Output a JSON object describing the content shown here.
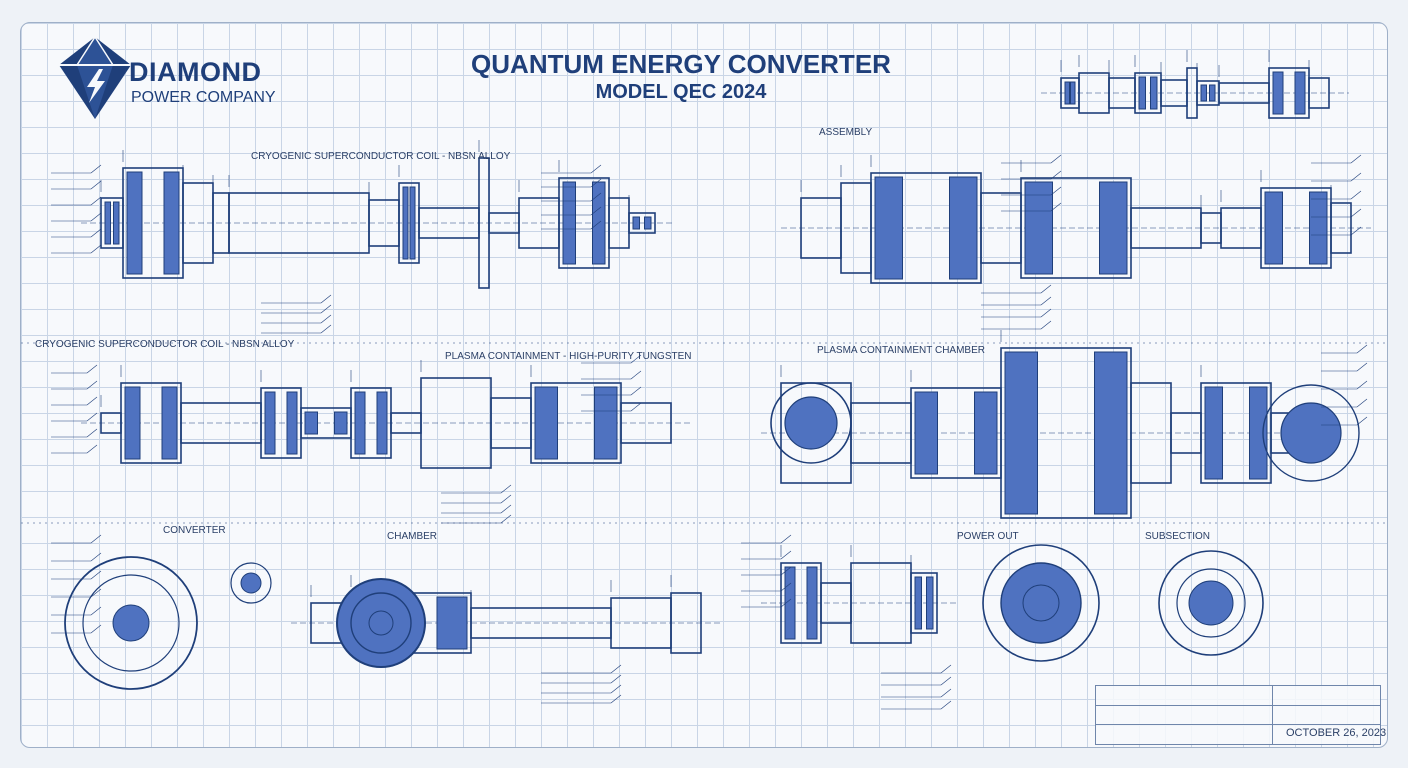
{
  "brand": {
    "name": "DIAMOND",
    "subtitle": "POWER COMPANY"
  },
  "title": "QUANTUM ENERGY CONVERTER",
  "model": "MODEL QEC 2024",
  "section_labels": {
    "coil_top": "CRYOGENIC SUPERCONDUCTOR COIL - NBSN ALLOY",
    "coil_left": "CRYOGENIC SUPERCONDUCTOR COIL - NBSN ALLOY",
    "plasma_tungsten": "PLASMA CONTAINMENT - HIGH-PURITY TUNGSTEN",
    "plasma_chamber": "PLASMA CONTAINMENT CHAMBER",
    "converter": "CONVERTER",
    "assembly_top": "ASSEMBLY",
    "chamber_bottom": "CHAMBER",
    "power_out": "POWER OUT",
    "subsection": "SUBSECTION"
  },
  "title_block": {
    "left_top": "",
    "right_top": "",
    "left_mid": "",
    "right_mid": "",
    "left_bottom": "",
    "date": "OCTOBER 26, 2023"
  },
  "colors": {
    "line": "#1f3f7a",
    "fill": "#4f72c0",
    "grid": "#c9d5e6",
    "paper": "#f7f9fc"
  }
}
